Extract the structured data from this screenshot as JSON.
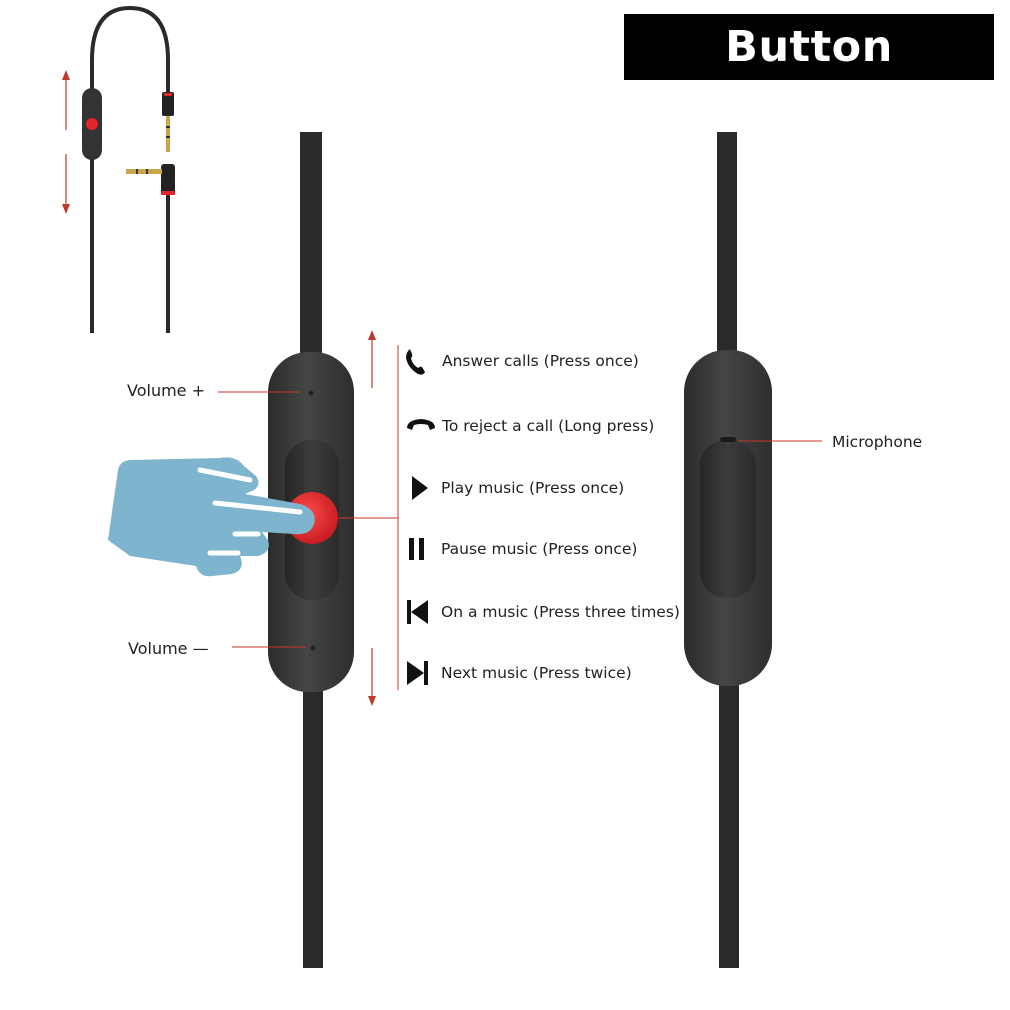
{
  "title": "Button function",
  "labels": {
    "volume_up": "Volume +",
    "volume_down": "Volume —",
    "microphone": "Microphone"
  },
  "functions": [
    {
      "icon": "phone-answer-icon",
      "text": "Answer calls (Press once)"
    },
    {
      "icon": "phone-hangup-icon",
      "text": "To reject a call (Long press)"
    },
    {
      "icon": "play-icon",
      "text": "Play music (Press once)"
    },
    {
      "icon": "pause-icon",
      "text": "Pause music (Press once)"
    },
    {
      "icon": "previous-track-icon",
      "text": "On a music (Press three times)"
    },
    {
      "icon": "next-track-icon",
      "text": "Next music (Press twice)"
    }
  ],
  "colors": {
    "cable": "#2a2a2a",
    "remote_body": "#3a3a3a",
    "button_red": "#e0262a",
    "annotation_line": "#c0392b",
    "finger": "#7fb4cf",
    "title_bg": "#000000",
    "title_text": "#ffffff"
  }
}
